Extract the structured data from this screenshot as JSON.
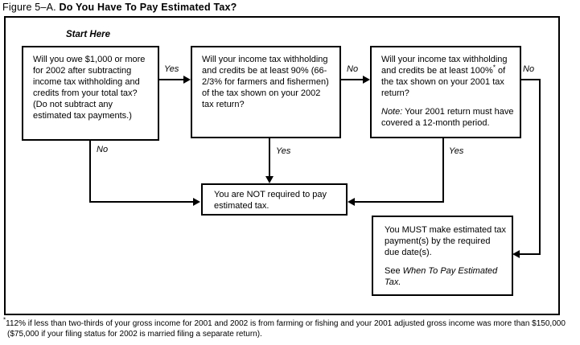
{
  "colors": {
    "ink": "#000000",
    "paper": "#ffffff"
  },
  "title": {
    "prefix": "Figure 5–A. ",
    "main": "Do You Have To Pay Estimated Tax?"
  },
  "start_label": "Start Here",
  "boxes": {
    "q1": "Will you owe $1,000 or more for 2002 after subtracting income tax withholding and credits from your total tax? (Do not subtract any estimated tax payments.)",
    "q2": "Will your income tax withholding and credits be at least 90% (66-2/3% for farmers and fishermen) of the tax shown on your 2002 tax return?",
    "q3": {
      "question_pre": "Will your income tax withholding and credits be at least 100%",
      "footnote_marker": "*",
      "question_post": " of the tax shown on your 2001 tax return?",
      "note_label": "Note:",
      "note_text": " Your 2001 return must have covered a 12-month period."
    },
    "not_required": "You are NOT required to pay estimated tax.",
    "must_pay": {
      "text": "You MUST make estimated tax payment(s) by the required due date(s).",
      "see_prefix": "See ",
      "see_reference": "When To Pay Estimated Tax."
    }
  },
  "edge_labels": {
    "q1_to_q2": "Yes",
    "q1_down": "No",
    "q2_to_q3": "No",
    "q2_down": "Yes",
    "q3_right": "No",
    "q3_down": "Yes"
  },
  "footnote": {
    "marker": "*",
    "text": "112% if less than two-thirds of your gross income for 2001 and 2002 is from farming or fishing and your 2001 adjusted gross income was more than $150,000 ($75,000 if your filing status for 2002 is married filing a separate return)."
  }
}
